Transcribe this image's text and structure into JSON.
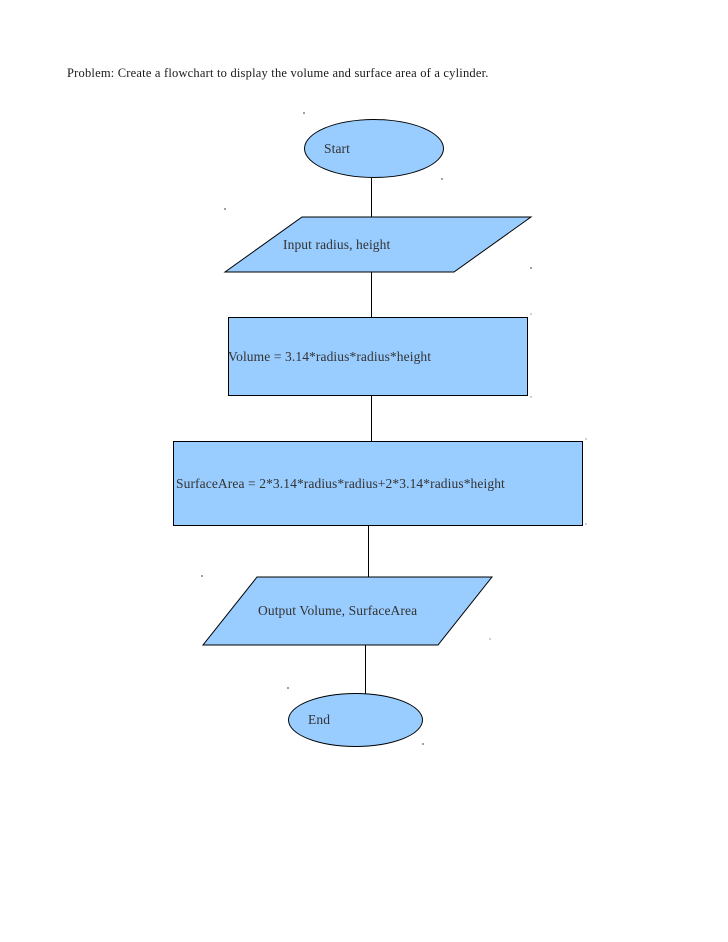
{
  "page": {
    "title": "Problem: Create a flowchart to display the volume and surface area of a cylinder."
  },
  "flowchart": {
    "nodes": [
      {
        "id": "start",
        "type": "terminator",
        "shape": "ellipse",
        "label": "Start"
      },
      {
        "id": "input",
        "type": "input",
        "shape": "parallelogram",
        "label": "Input radius, height"
      },
      {
        "id": "volume",
        "type": "process",
        "shape": "rectangle",
        "label": "Volume = 3.14*radius*radius*height"
      },
      {
        "id": "surface-area",
        "type": "process",
        "shape": "rectangle",
        "label": "SurfaceArea = 2*3.14*radius*radius+2*3.14*radius*height"
      },
      {
        "id": "output",
        "type": "output",
        "shape": "parallelogram",
        "label": "Output Volume, SurfaceArea"
      },
      {
        "id": "end",
        "type": "terminator",
        "shape": "ellipse",
        "label": "End"
      }
    ],
    "edges": [
      {
        "from": "start",
        "to": "input"
      },
      {
        "from": "input",
        "to": "volume"
      },
      {
        "from": "volume",
        "to": "surface-area"
      },
      {
        "from": "surface-area",
        "to": "output"
      },
      {
        "from": "output",
        "to": "end"
      }
    ],
    "colors": {
      "node_fill": "#99CCFF",
      "node_border": "#000000",
      "text": "#333333",
      "title_text": "#1a1a1a"
    }
  }
}
